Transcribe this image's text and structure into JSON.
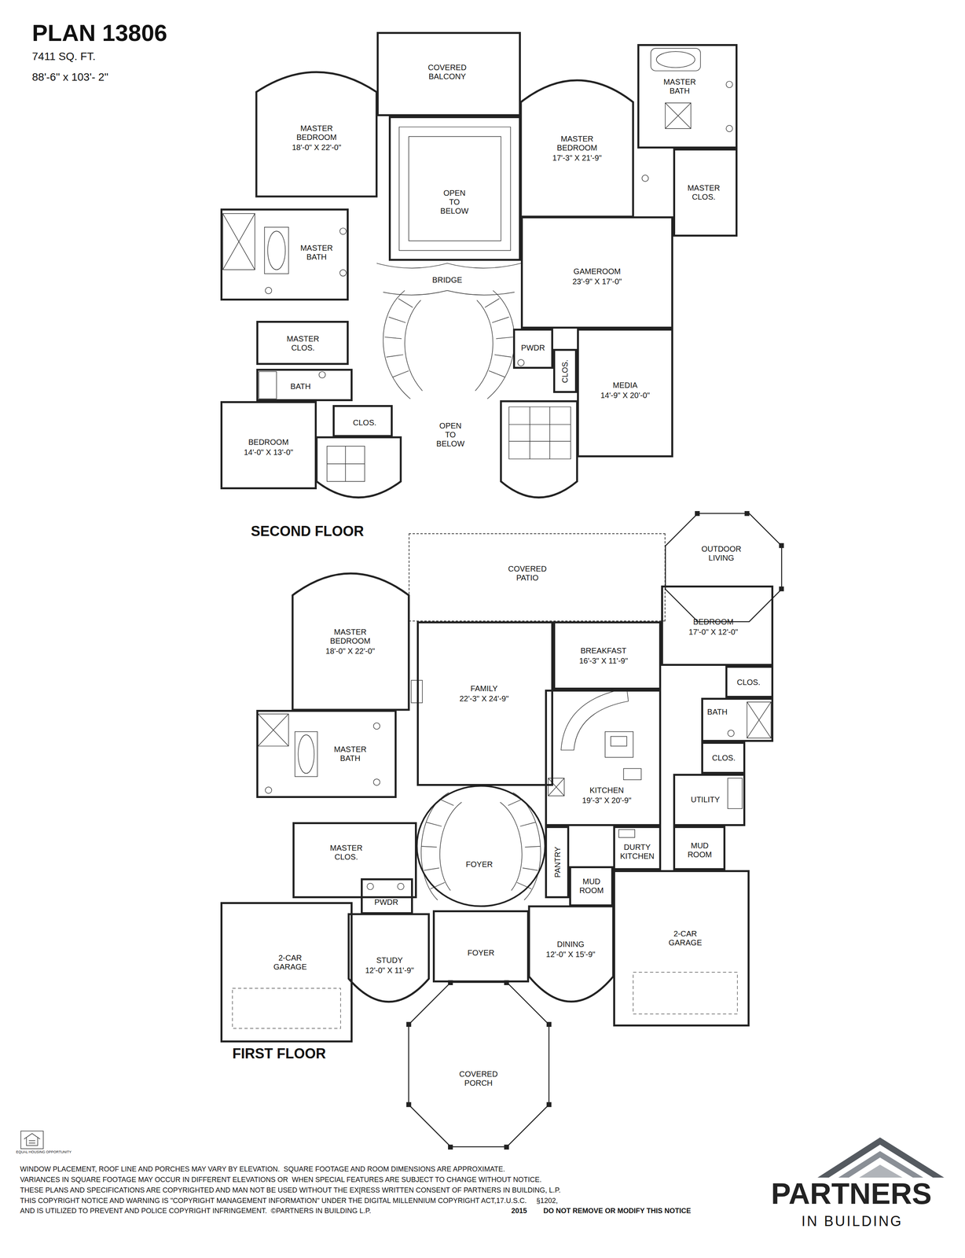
{
  "diagram": {
    "title": "PLAN 13806",
    "nodes": [
      {
        "text": [
          "COVERED BALCONY"
        ]
      },
      {
        "text": [
          "MASTER BEDROOM",
          "18'-0\" X 22'-0\""
        ]
      },
      {
        "text": [
          "OPEN TO BELOW"
        ]
      },
      {
        "text": [
          "MASTER BEDROOM",
          "17'-3\" X 21'-9\""
        ]
      },
      {
        "text": [
          "MASTER BATH"
        ]
      },
      {
        "text": [
          "MASTER CLOS."
        ]
      },
      {
        "text": [
          "MASTER BATH"
        ]
      },
      {
        "text": [
          "GAMEROOM",
          "23'-9\" X 17'-0\""
        ]
      },
      {
        "text": [
          "BRIDGE"
        ]
      },
      {
        "text": [
          "MASTER CLOS."
        ]
      },
      {
        "text": [
          "PWDR"
        ]
      },
      {
        "text": [
          "CLOS."
        ]
      },
      {
        "text": [
          "MEDIA",
          "14'-9\" X 20'-0\""
        ]
      },
      {
        "text": [
          "BATH"
        ]
      },
      {
        "text": [
          "CLOS."
        ]
      },
      {
        "text": [
          "OPEN TO BELOW"
        ]
      },
      {
        "text": [
          "BEDROOM",
          "14'-0\" X 13'-0\""
        ]
      },
      {
        "text": [
          "COVERED PATIO"
        ]
      },
      {
        "text": [
          "OUTDOOR LIVING"
        ]
      },
      {
        "text": [
          "MASTER BEDROOM",
          "18'-0\" X 22'-0\""
        ]
      },
      {
        "text": [
          "FAMILY",
          "22'-3\" X 24'-9\""
        ]
      },
      {
        "text": [
          "BREAKFAST",
          "16'-3\" X 11'-9\""
        ]
      },
      {
        "text": [
          "BEDROOM",
          "17'-0\" X 12'-0\""
        ]
      },
      {
        "text": [
          "CLOS."
        ]
      },
      {
        "text": [
          "BATH"
        ]
      },
      {
        "text": [
          "CLOS."
        ]
      },
      {
        "text": [
          "MASTER BATH"
        ]
      },
      {
        "text": [
          "KITCHEN",
          "19'-3\" X 20'-9\""
        ]
      },
      {
        "text": [
          "UTILITY"
        ]
      },
      {
        "text": [
          "MASTER CLOS."
        ]
      },
      {
        "text": [
          "FOYER"
        ]
      },
      {
        "text": [
          "PANTRY"
        ]
      },
      {
        "text": [
          "MUD ROOM"
        ]
      },
      {
        "text": [
          "DURTY KITCHEN"
        ]
      },
      {
        "text": [
          "MUD ROOM"
        ]
      },
      {
        "text": [
          "PWDR"
        ]
      },
      {
        "text": [
          "2-CAR GARAGE"
        ]
      },
      {
        "text": [
          "2-CAR GARAGE"
        ]
      },
      {
        "text": [
          "STUDY",
          "12'-0\" X 11'-9\""
        ]
      },
      {
        "text": [
          "FOYER"
        ]
      },
      {
        "text": [
          "DINING",
          "12'-0\" X 15'-9\""
        ]
      },
      {
        "text": [
          "COVERED PORCH"
        ]
      }
    ],
    "labels": [
      "7411 SQ. FT.",
      "88'-6\" x 103'- 2\"",
      "SECOND FLOOR",
      "FIRST FLOOR",
      "EQUAL HOUSING OPPORTUNITY",
      "WINDOW PLACEMENT, ROOF LINE AND PORCHES MAY VARY BY ELEVATION.  SQUARE FOOTAGE AND ROOM DIMENSIONS ARE APPROXIMATE.",
      "VARIANCES IN SQUARE FOOTAGE MAY OCCUR IN DIFFERENT ELEVATIONS OR  WHEN SPECIAL FEATURES ARE SUBJECT TO CHANGE WITHOUT NOTICE.",
      "THESE PLANS AND SPECIFICATIONS ARE COPYRIGHTED AND MAN NOT BE USED WITHOUT THE EX[RESS WRITTEN CONSENT OF PARTNERS IN BUILDING, L.P.",
      "THIS COPYRIGHT NOTICE AND WARNING IS \"COPYRIGHT MANAGEMENT INFORMATION\" UNDER THE DIGITAL MILLENNIUM COPYRIGHT ACT,17.U.S.C.     §1202,",
      "AND IS UTILIZED TO PREVENT AND POLICE COPYRIGHT INFRINGEMENT.  ©PARTNERS IN BUILDING L.P.",
      "2015",
      "DO NOT REMOVE OR MODIFY THIS NOTICE",
      "PARTNERS",
      "IN BUILDING"
    ]
  }
}
